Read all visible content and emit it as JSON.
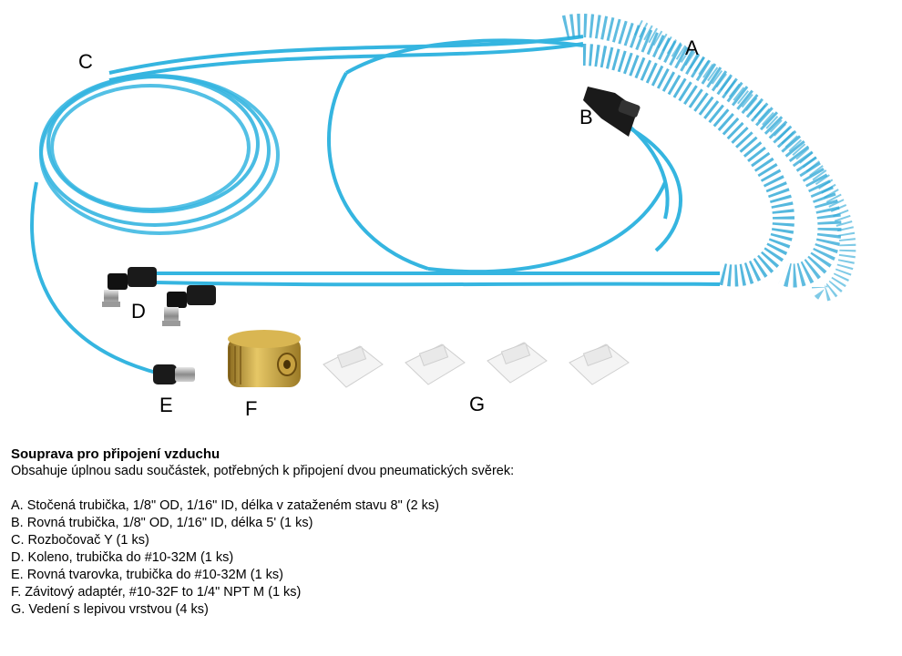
{
  "callouts": {
    "A": "A",
    "B": "B",
    "C": "C",
    "D": "D",
    "E": "E",
    "F": "F",
    "G": "G"
  },
  "caption": {
    "title": "Souprava pro připojení vzduchu",
    "subtitle": "Obsahuje úplnou sadu součástek, potřebných k připojení dvou pneumatických svěrek:",
    "items": [
      "A. Stočená trubička, 1/8\" OD, 1/16\" ID, délka v zataženém stavu 8\" (2 ks)",
      "B. Rovná trubička, 1/8\" OD, 1/16\" ID, délka 5' (1 ks)",
      "C. Rozbočovač Y (1 ks)",
      "D. Koleno, trubička do #10-32M (1 ks)",
      "E. Rovná tvarovka, trubička do #10-32M (1 ks)",
      "F. Závitový adaptér, #10-32F to 1/4\" NPT M (1 ks)",
      "G. Vedení s lepivou vrstvou (4 ks)"
    ]
  },
  "colors": {
    "tube": "#35b5e0",
    "tube_dark": "#1c8fbf",
    "brass": "#c8a13c",
    "fitting_black": "#1a1a1a",
    "clip": "#f4f4f4"
  }
}
